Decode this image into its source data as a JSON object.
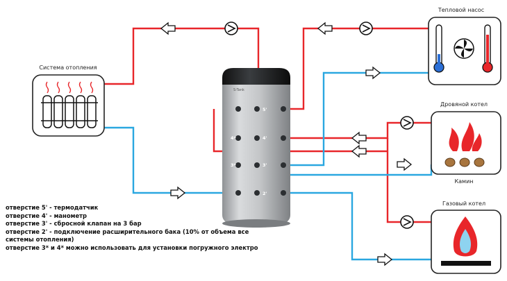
{
  "labels": {
    "heating_system": "Система отопления",
    "heat_pump": "Тепловой насос",
    "wood_boiler": "Дровяной котел",
    "fireplace": "Камин",
    "gas_boiler": "Газовый котел",
    "tank_brand": "S-Tank"
  },
  "ports": [
    "5'",
    "4*",
    "4'",
    "3*",
    "3'",
    "2'"
  ],
  "notes": [
    "отверстие 5' - термодатчик",
    "отверстие 4' - манометр",
    "отверстие 3' - сбросной клапан на 3 бар",
    "отверстие 2' - подключение расширительного бака (10% от объема все",
    "системы отопления)",
    "отверстие 3* и 4* можно использовать для установки погружного электро"
  ],
  "colors": {
    "hot_line": "#e8262a",
    "cold_line": "#2aa7e0",
    "tank_body": "#b9bcbf",
    "tank_cap": "#1f2124",
    "flame": "#e8262a",
    "thermo_cold": "#2b6fd6",
    "thermo_hot": "#e8262a"
  },
  "icons": [
    "radiator-icon",
    "thermometer-icon",
    "fan-icon",
    "flame-icon",
    "log-icon",
    "gas-flame-icon",
    "pump-icon",
    "flow-arrow-icon"
  ]
}
